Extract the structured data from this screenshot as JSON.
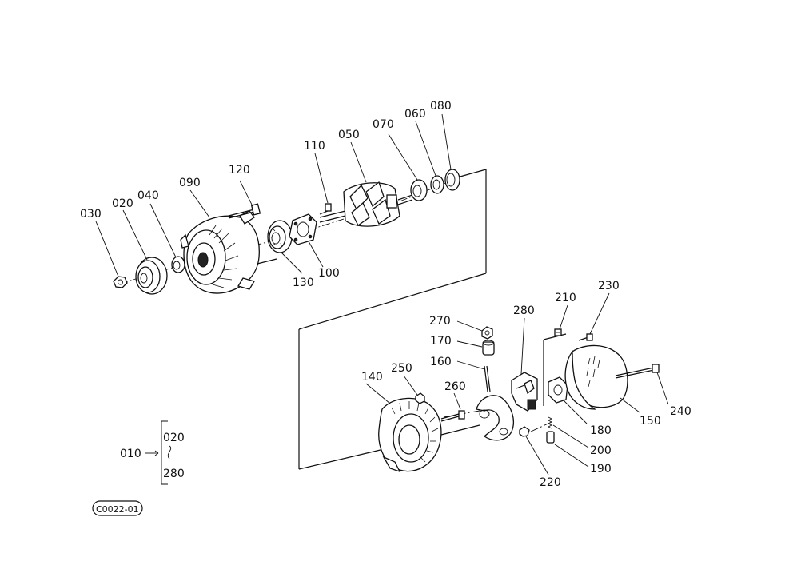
{
  "callouts": {
    "p010": "010",
    "p020": "020",
    "p020b": "020",
    "p030": "030",
    "p040": "040",
    "p050": "050",
    "p060": "060",
    "p070": "070",
    "p080": "080",
    "p090": "090",
    "p100": "100",
    "p110": "110",
    "p120": "120",
    "p130": "130",
    "p140": "140",
    "p150": "150",
    "p160": "160",
    "p170": "170",
    "p180": "180",
    "p190": "190",
    "p200": "200",
    "p210": "210",
    "p220": "220",
    "p230": "230",
    "p240": "240",
    "p250": "250",
    "p260": "260",
    "p270": "270",
    "p280": "280",
    "p280b": "280"
  },
  "code_label": "C0022-01"
}
